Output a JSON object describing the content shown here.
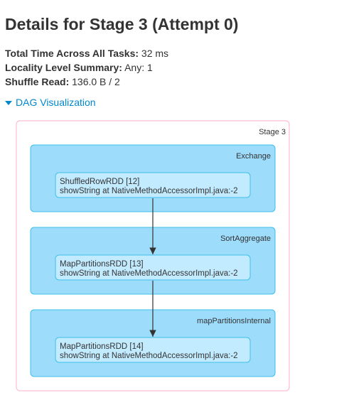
{
  "page": {
    "title": "Details for Stage 3 (Attempt 0)"
  },
  "summary": [
    {
      "key": "Total Time Across All Tasks:",
      "value": "32 ms"
    },
    {
      "key": "Locality Level Summary:",
      "value": "Any: 1"
    },
    {
      "key": "Shuffle Read:",
      "value": "136.0 B / 2"
    }
  ],
  "dag": {
    "toggle_label": "DAG Visualization",
    "stage_label": "Stage 3",
    "clusters": [
      {
        "label": "Exchange",
        "node_line1": "ShuffledRowRDD [12]",
        "node_line2": "showString at NativeMethodAccessorImpl.java:-2"
      },
      {
        "label": "SortAggregate",
        "node_line1": "MapPartitionsRDD [13]",
        "node_line2": "showString at NativeMethodAccessorImpl.java:-2"
      },
      {
        "label": "mapPartitionsInternal",
        "node_line1": "MapPartitionsRDD [14]",
        "node_line2": "showString at NativeMethodAccessorImpl.java:-2"
      }
    ],
    "colors": {
      "stage_border": "#ffbfd0",
      "cluster_fill": "#9ddcfb",
      "cluster_border": "#3ec0ea",
      "node_fill": "#c3ebff",
      "node_border": "#3ec0ea",
      "edge": "#333333",
      "link": "#0088cc"
    }
  }
}
